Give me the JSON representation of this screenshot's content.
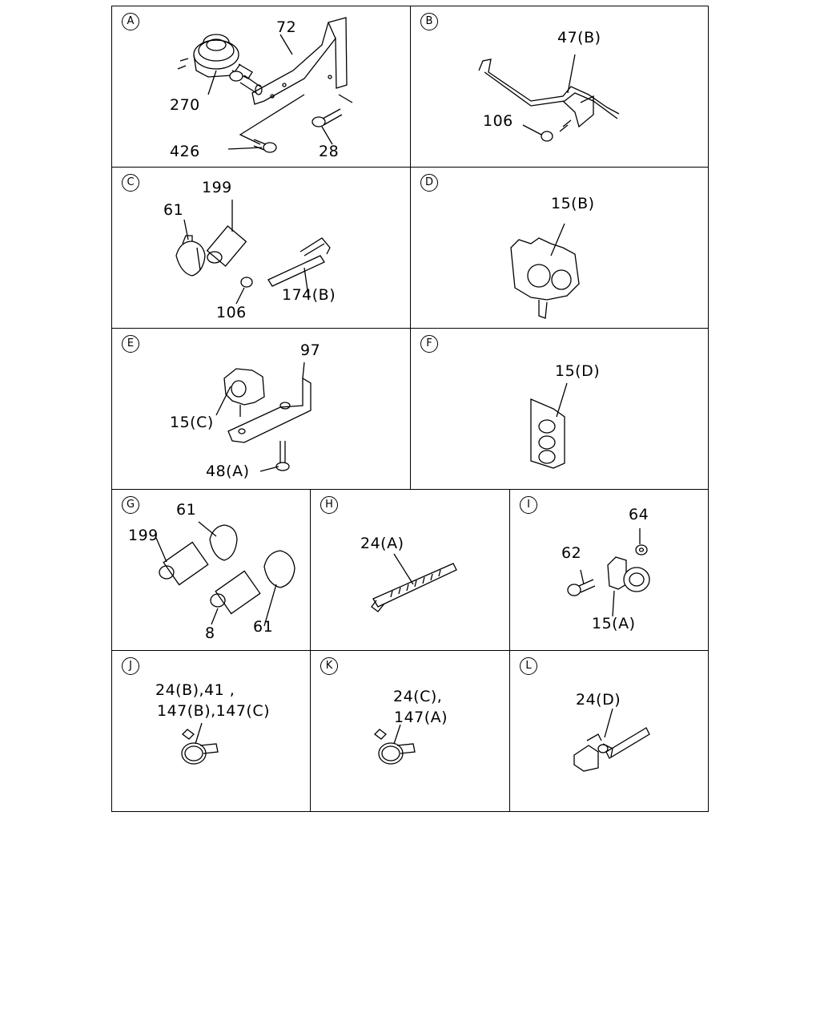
{
  "panels": {
    "A": {
      "letter": "A",
      "labels": {
        "p72": "72",
        "p270": "270",
        "p426": "426",
        "p28": "28"
      }
    },
    "B": {
      "letter": "B",
      "labels": {
        "p47b": "47(B)",
        "p106": "106"
      }
    },
    "C": {
      "letter": "C",
      "labels": {
        "p199": "199",
        "p61": "61",
        "p106": "106",
        "p174b": "174(B)"
      }
    },
    "D": {
      "letter": "D",
      "labels": {
        "p15b": "15(B)"
      }
    },
    "E": {
      "letter": "E",
      "labels": {
        "p97": "97",
        "p15c": "15(C)",
        "p48a": "48(A)"
      }
    },
    "F": {
      "letter": "F",
      "labels": {
        "p15d": "15(D)"
      }
    },
    "G": {
      "letter": "G",
      "labels": {
        "p61a": "61",
        "p199": "199",
        "p8": "8",
        "p61b": "61"
      }
    },
    "H": {
      "letter": "H",
      "labels": {
        "p24a": "24(A)"
      }
    },
    "I": {
      "letter": "I",
      "labels": {
        "p64": "64",
        "p62": "62",
        "p15a": "15(A)"
      }
    },
    "J": {
      "letter": "J",
      "labels": {
        "line1": "24(B),41 ,",
        "line2": "147(B),147(C)"
      }
    },
    "K": {
      "letter": "K",
      "labels": {
        "line1": "24(C),",
        "line2": "147(A)"
      }
    },
    "L": {
      "letter": "L",
      "labels": {
        "p24d": "24(D)"
      }
    }
  }
}
